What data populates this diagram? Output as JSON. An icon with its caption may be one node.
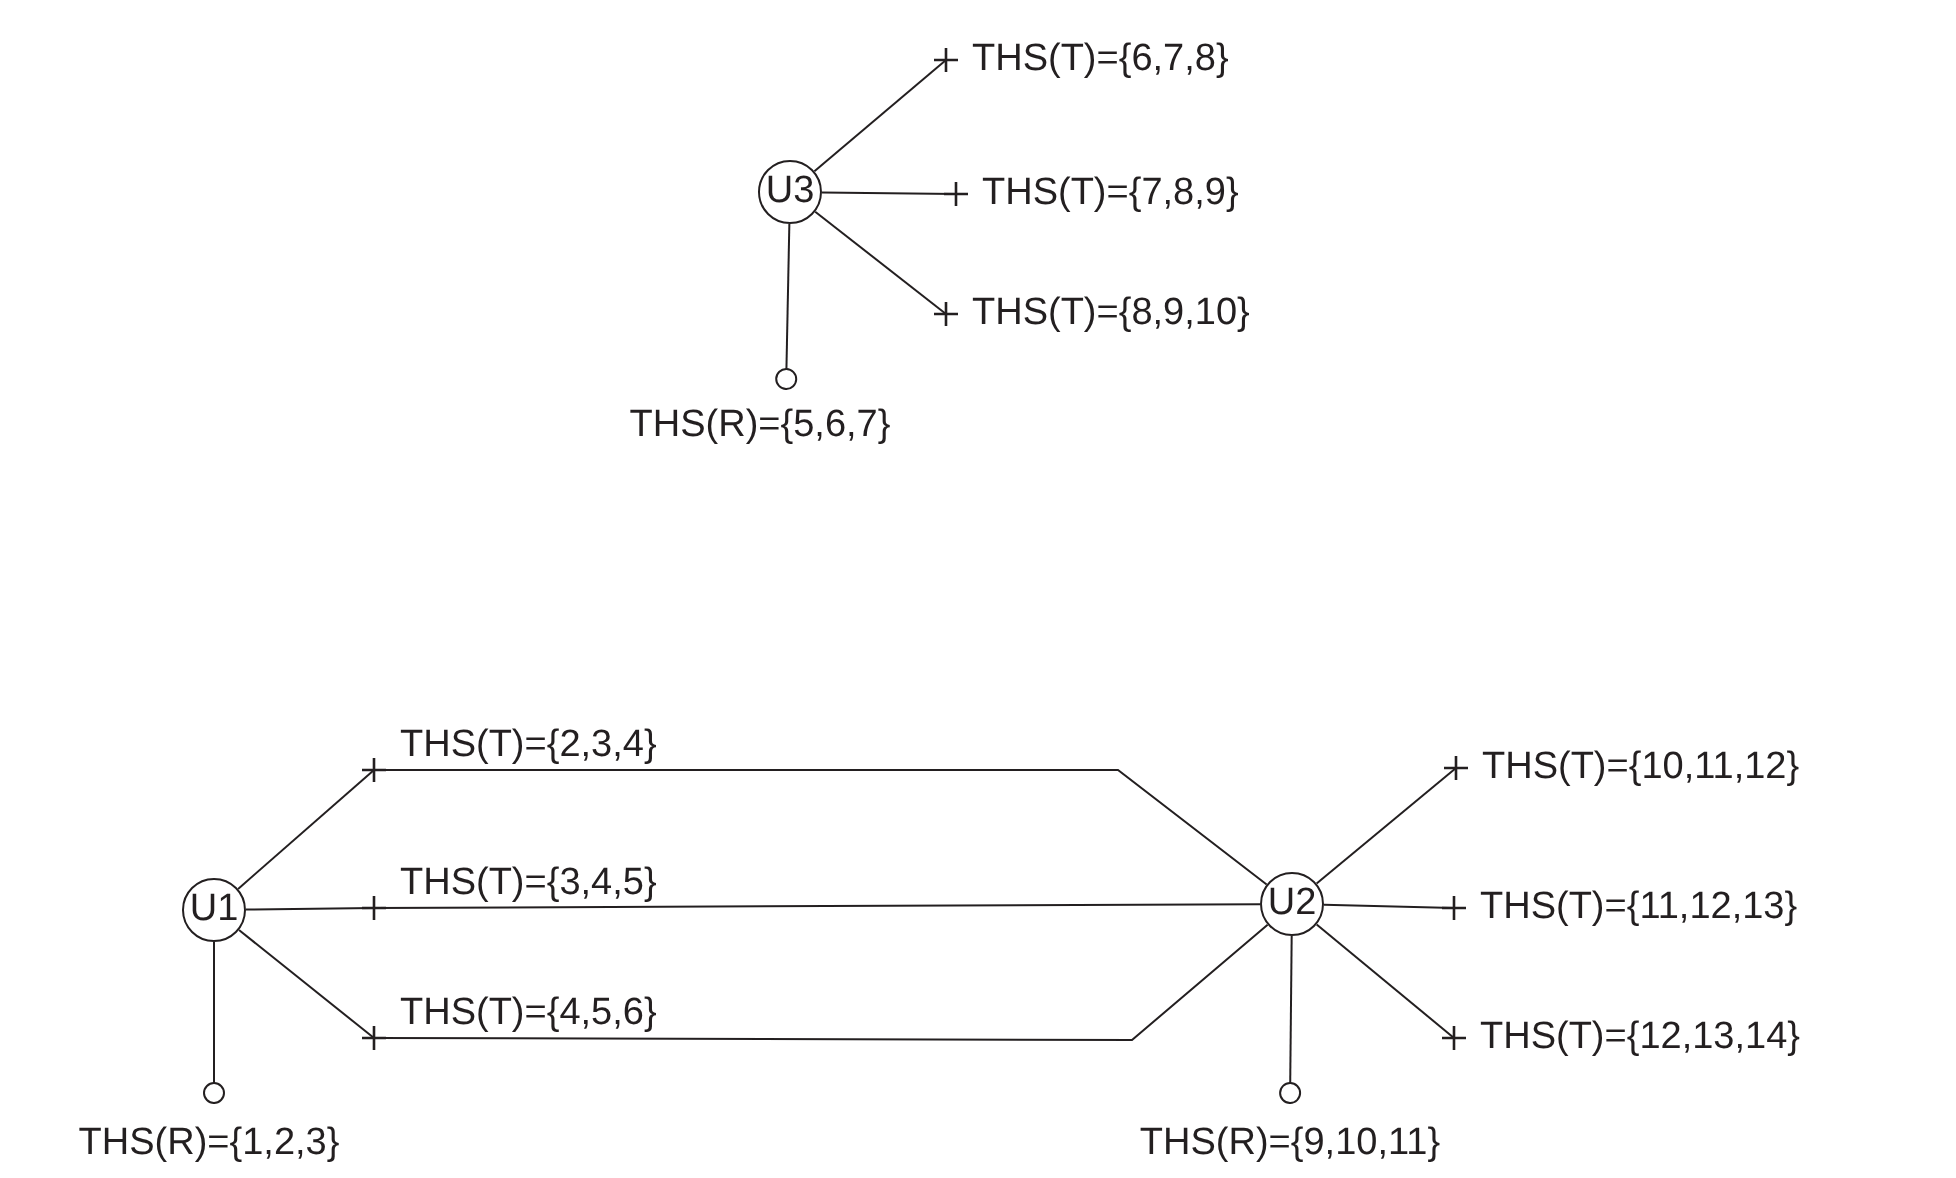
{
  "diagram": {
    "nodes": [
      {
        "text": [
          "U3"
        ]
      },
      {
        "text": [
          "THS(T)={6,7,8}"
        ]
      },
      {
        "text": [
          "THS(T)={7,8,9}"
        ]
      },
      {
        "text": [
          "THS(T)={8,9,10}"
        ]
      },
      {
        "text": [
          "THS(R)={5,6,7}"
        ]
      },
      {
        "text": [
          "U1"
        ]
      },
      {
        "text": [
          "THS(T)={2,3,4}"
        ]
      },
      {
        "text": [
          "THS(T)={3,4,5}"
        ]
      },
      {
        "text": [
          "THS(T)={4,5,6}"
        ]
      },
      {
        "text": [
          "THS(R)={1,2,3}"
        ]
      },
      {
        "text": [
          "U2"
        ]
      },
      {
        "text": [
          "THS(T)={10,11,12}"
        ]
      },
      {
        "text": [
          "THS(T)={11,12,13}"
        ]
      },
      {
        "text": [
          "THS(T)={12,13,14}"
        ]
      },
      {
        "text": [
          "THS(R)={9,10,11}"
        ]
      }
    ],
    "edges": [
      {
        "from": 0,
        "to": 1,
        "arrow": "other"
      },
      {
        "from": 0,
        "to": 2,
        "arrow": "other"
      },
      {
        "from": 0,
        "to": 3,
        "arrow": "other"
      },
      {
        "from": 0,
        "to": 4,
        "arrow": "other"
      },
      {
        "from": 5,
        "to": 6,
        "arrow": "other"
      },
      {
        "from": 5,
        "to": 7,
        "arrow": "other"
      },
      {
        "from": 5,
        "to": 8,
        "arrow": "other"
      },
      {
        "from": 5,
        "to": 9,
        "arrow": "other"
      },
      {
        "from": 10,
        "to": 6,
        "arrow": "none"
      },
      {
        "from": 10,
        "to": 7,
        "arrow": "none"
      },
      {
        "from": 10,
        "to": 8,
        "arrow": "none"
      },
      {
        "from": 10,
        "to": 11,
        "arrow": "other"
      },
      {
        "from": 10,
        "to": 12,
        "arrow": "other"
      },
      {
        "from": 10,
        "to": 13,
        "arrow": "other"
      },
      {
        "from": 10,
        "to": 14,
        "arrow": "other"
      }
    ]
  }
}
